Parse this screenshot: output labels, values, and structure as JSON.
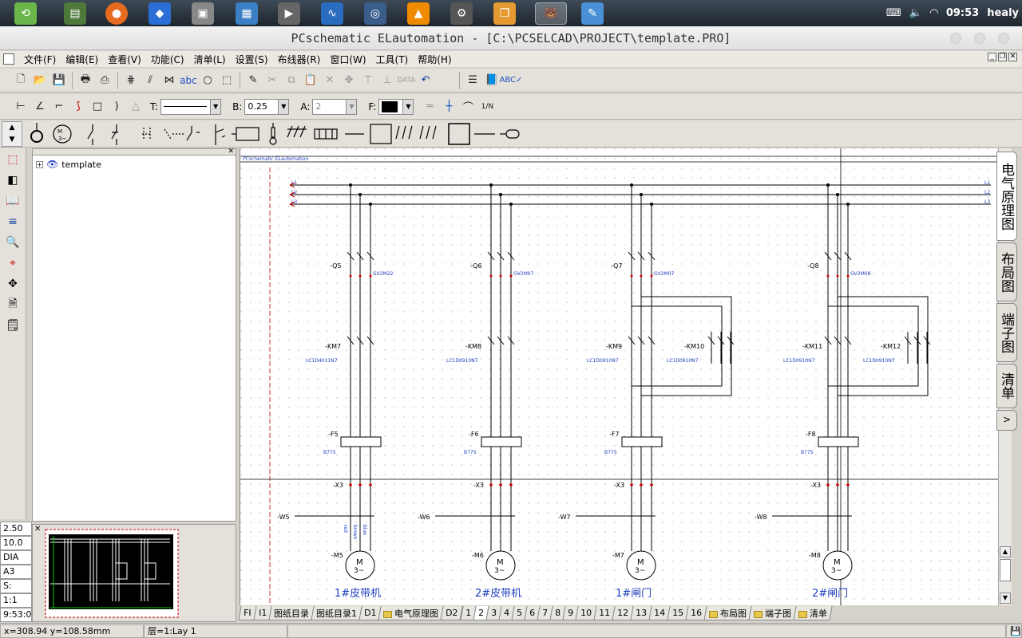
{
  "taskbar": {
    "apps": [
      "launcher-icon",
      "terminal-icon",
      "firefox-icon",
      "color-picker-icon",
      "disk-icon",
      "image-viewer-icon",
      "media-icon",
      "monitor-icon",
      "search-icon",
      "vlc-icon",
      "settings-icon",
      "window-icon",
      "pcschematic-icon",
      "paint-icon"
    ],
    "clock": "09:53",
    "user": "healy"
  },
  "window": {
    "title": "PCschematic ELautomation - [C:\\PCSELCAD\\PROJECT\\template.PRO]"
  },
  "menu": [
    "文件(F)",
    "编辑(E)",
    "查看(V)",
    "功能(C)",
    "清单(L)",
    "设置(S)",
    "布线器(R)",
    "窗口(W)",
    "工具(T)",
    "帮助(H)"
  ],
  "toolbar2": {
    "t_label": "T:",
    "b_label": "B:",
    "b_value": "0.25",
    "a_label": "A:",
    "a_value": "2",
    "f_label": "F:"
  },
  "tree": {
    "root": "template"
  },
  "status_left": [
    "2.50",
    "10.0",
    "DIA",
    "A3",
    "S:",
    "1:1",
    "9:53:0"
  ],
  "statusbar": {
    "coords": "x=308.94 y=108.58mm",
    "layer": "层=1:Lay 1"
  },
  "right_tabs": [
    "电气原理图",
    "布局图",
    "端子图",
    "清单"
  ],
  "page_tabs": [
    "FI",
    "I1",
    "图纸目录",
    "图纸目录1",
    "D1",
    "电气原理图",
    "D2",
    "1",
    "2",
    "3",
    "4",
    "5",
    "6",
    "7",
    "8",
    "9",
    "10",
    "11",
    "12",
    "13",
    "14",
    "15",
    "16",
    "布局图",
    "端子图",
    "清单"
  ],
  "active_page_tab": "2",
  "drawing": {
    "header": "PCschematic ELautomation",
    "bus": [
      "L1",
      "L2",
      "L3"
    ],
    "breakers": [
      {
        "tag": "-Q5",
        "type": "GV2M22"
      },
      {
        "tag": "-Q6",
        "type": "GV2M07"
      },
      {
        "tag": "-Q7",
        "type": "GV2M07"
      },
      {
        "tag": "-Q8",
        "type": "GV2M08"
      }
    ],
    "contactors": [
      {
        "tag": "-KM7",
        "type": "LC1D4011N7"
      },
      {
        "tag": "-KM8",
        "type": "LC1D0910N7"
      },
      {
        "tag": "-KM9",
        "type": "LC1D0910N7"
      },
      {
        "tag": "-KM10",
        "type": "LC1D0910N7"
      },
      {
        "tag": "-KM11",
        "type": "LC1D0910N7"
      },
      {
        "tag": "-KM12",
        "type": "LC1D0910N7"
      }
    ],
    "relays": [
      {
        "tag": "-F5",
        "type": "B77S"
      },
      {
        "tag": "-F6",
        "type": "B77S"
      },
      {
        "tag": "-F7",
        "type": "B77S"
      },
      {
        "tag": "-F8",
        "type": "B77S"
      }
    ],
    "terminals": [
      "-X3",
      "-X3",
      "-X3",
      "-X3"
    ],
    "cables": [
      "-W5",
      "-W6",
      "-W7",
      "-W8"
    ],
    "wire_colors": [
      "red",
      "brown",
      "blue"
    ],
    "motors": [
      {
        "tag": "-M5",
        "caption": "1#皮带机"
      },
      {
        "tag": "-M6",
        "caption": "2#皮带机"
      },
      {
        "tag": "-M7",
        "caption": "1#闸门"
      },
      {
        "tag": "-M8",
        "caption": "2#闸门"
      }
    ],
    "motor_symbol": "M",
    "motor_sub": "3~"
  }
}
